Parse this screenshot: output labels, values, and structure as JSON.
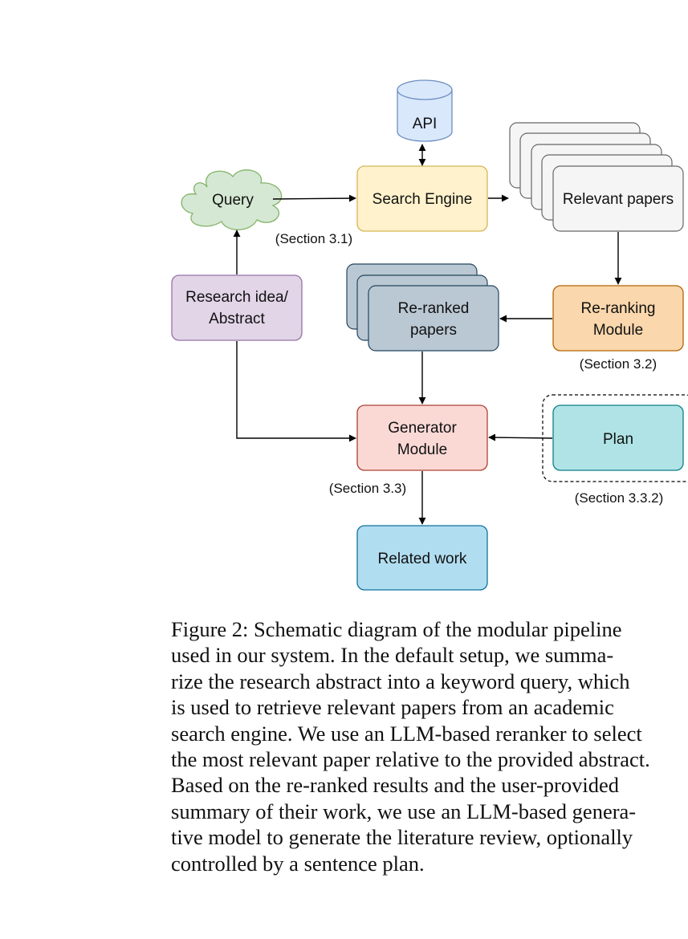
{
  "nodes": {
    "api": "API",
    "query": "Query",
    "search_engine": "Search Engine",
    "relevant_papers": "Relevant papers",
    "research_idea_l1": "Research idea/",
    "research_idea_l2": "Abstract",
    "reranked_l1": "Re-ranked",
    "reranked_l2": "papers",
    "reranking_l1": "Re-ranking",
    "reranking_l2": "Module",
    "generator_l1": "Generator",
    "generator_l2": "Module",
    "plan": "Plan",
    "related_work": "Related work"
  },
  "sections": {
    "s31": "(Section 3.1)",
    "s32": "(Section 3.2)",
    "s33": "(Section 3.3)",
    "s332": "(Section 3.3.2)"
  },
  "caption": {
    "lines": [
      "Figure 2: Schematic diagram of the modular pipeline",
      "used in our system. In the default setup, we summa-",
      "rize the research abstract into a keyword query, which",
      "is used to retrieve relevant papers from an academic",
      "search engine. We use an LLM-based reranker to select",
      "the most relevant paper relative to the provided abstract.",
      "Based on the re-ranked results and the user-provided",
      "summary of their work, we use an LLM-based genera-",
      "tive model to generate the literature review, optionally",
      "controlled by a sentence plan."
    ]
  }
}
